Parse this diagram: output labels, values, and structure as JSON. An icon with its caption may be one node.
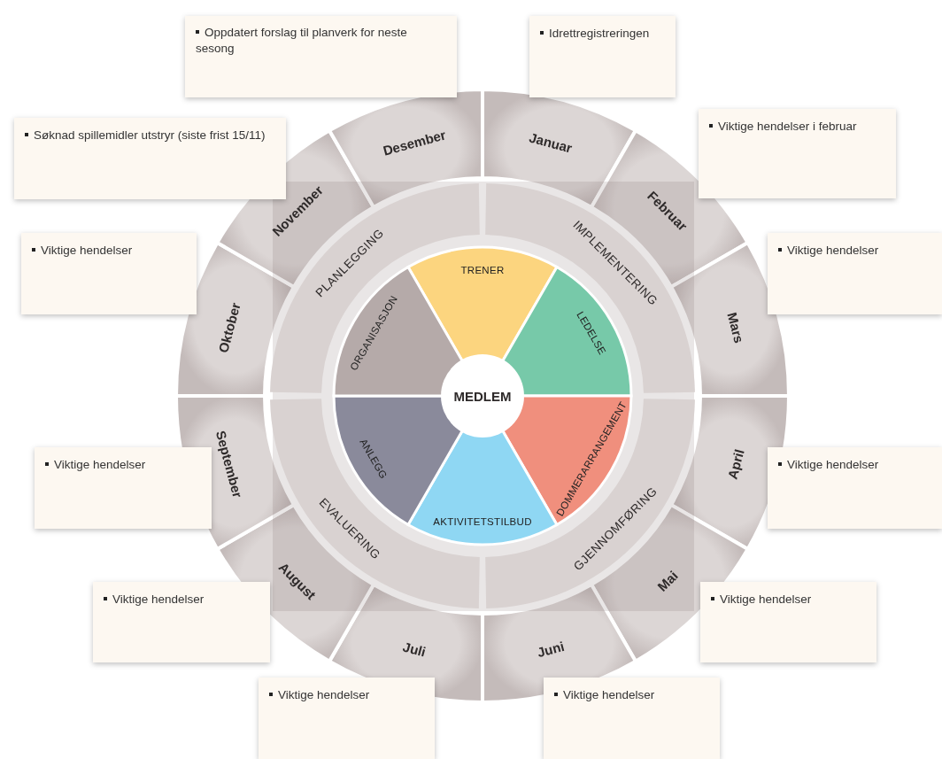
{
  "diagram": {
    "nodes": [
      {
        "text": [
          "Oppdatert forslag til planverk for neste sesong"
        ]
      },
      {
        "text": [
          "Idrettregistreringen"
        ]
      },
      {
        "text": [
          "Søknad spillemidler utstryr (siste frist 15/11)"
        ]
      },
      {
        "text": [
          "Viktige hendelser i februar"
        ]
      },
      {
        "text": [
          "Viktige hendelser"
        ]
      },
      {
        "text": [
          "Viktige hendelser"
        ]
      },
      {
        "text": [
          "Viktige hendelser"
        ]
      },
      {
        "text": [
          "Viktige hendelser"
        ]
      },
      {
        "text": [
          "Viktige hendelser"
        ]
      },
      {
        "text": [
          "Viktige hendelser"
        ]
      },
      {
        "text": [
          "Viktige hendelser"
        ]
      },
      {
        "text": [
          "Viktige hendelser"
        ]
      },
      {
        "text": [
          "Januar"
        ]
      },
      {
        "text": [
          "Februar"
        ]
      },
      {
        "text": [
          "Mars"
        ]
      },
      {
        "text": [
          "April"
        ]
      },
      {
        "text": [
          "Mai"
        ]
      },
      {
        "text": [
          "Juni"
        ]
      },
      {
        "text": [
          "Juli"
        ]
      },
      {
        "text": [
          "August"
        ]
      },
      {
        "text": [
          "September"
        ]
      },
      {
        "text": [
          "Oktober"
        ]
      },
      {
        "text": [
          "November"
        ]
      },
      {
        "text": [
          "Desember"
        ]
      },
      {
        "text": [
          "PLANLEGGING"
        ]
      },
      {
        "text": [
          "IMPLEMENTERING"
        ]
      },
      {
        "text": [
          "GJENNOMFØRING"
        ]
      },
      {
        "text": [
          "EVALUERING"
        ]
      },
      {
        "text": [
          "TRENER"
        ]
      },
      {
        "text": [
          "LEDELSE"
        ]
      },
      {
        "text": [
          "DOMMERARRANGEMENT"
        ]
      },
      {
        "text": [
          "AKTIVITETSTILBUD"
        ]
      },
      {
        "text": [
          "ANLEGG"
        ]
      },
      {
        "text": [
          "ORGANISASJON"
        ]
      },
      {
        "text": [
          "MEDLEM"
        ]
      }
    ]
  }
}
